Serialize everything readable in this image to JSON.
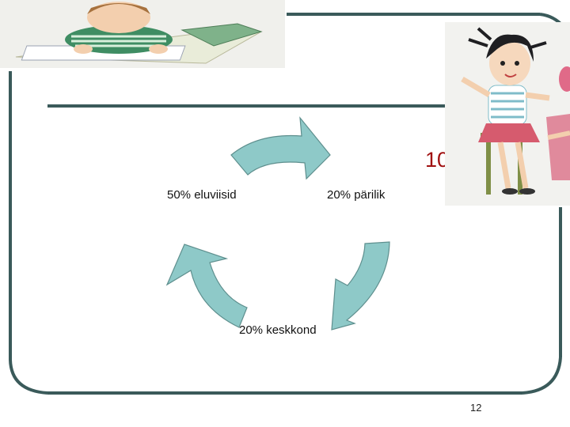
{
  "diagram": {
    "labels": {
      "left": "50% eluviisid",
      "right": "20% pärilik",
      "bottom": "20% keskkond"
    },
    "partial_number": "10",
    "arrow_color": "#8ec9c8",
    "frame_color": "#3a5a5a",
    "accent_color": "#a01010"
  },
  "footer": {
    "page_number": "12"
  },
  "illustrations": {
    "top_left": "boy-reading-icon",
    "top_right": "girls-talking-icon"
  }
}
